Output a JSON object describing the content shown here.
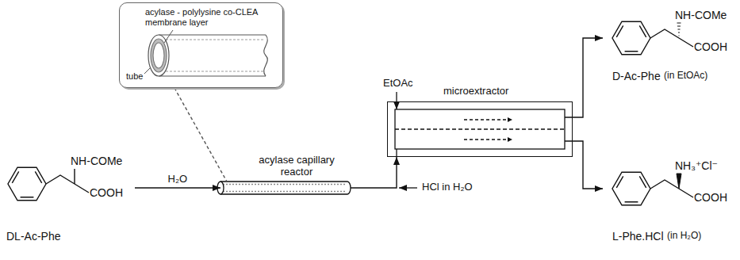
{
  "diagram": {
    "nodes": [
      {
        "text": [
          "acylase - polylysine co-CLEA membrane layer",
          "tube"
        ]
      },
      {
        "text": [
          "NH-COMe",
          "COOH",
          "DL-Ac-Phe"
        ]
      },
      {
        "text": [
          "acylase capillary reactor"
        ]
      },
      {
        "text": [
          "microextractor"
        ]
      },
      {
        "text": [
          "NH-COMe",
          "COOH",
          "D-Ac-Phe",
          "(in EtOAc)"
        ]
      },
      {
        "text": [
          "NH₃⁺Cl⁻",
          "COOH",
          "L-Phe.HCl",
          "(in H₂O)"
        ]
      }
    ],
    "edges": [
      {
        "from": 1,
        "to": 2,
        "arrow": "to",
        "label": "H₂O"
      },
      {
        "from": 2,
        "to": 3,
        "arrow": "to"
      },
      {
        "from": 3,
        "to": 4,
        "arrow": "to"
      },
      {
        "from": 3,
        "to": 5,
        "arrow": "to"
      },
      {
        "from": 0,
        "to": 2,
        "arrow": "none"
      }
    ],
    "labels": [
      "EtOAc",
      "HCl in H₂O"
    ]
  }
}
